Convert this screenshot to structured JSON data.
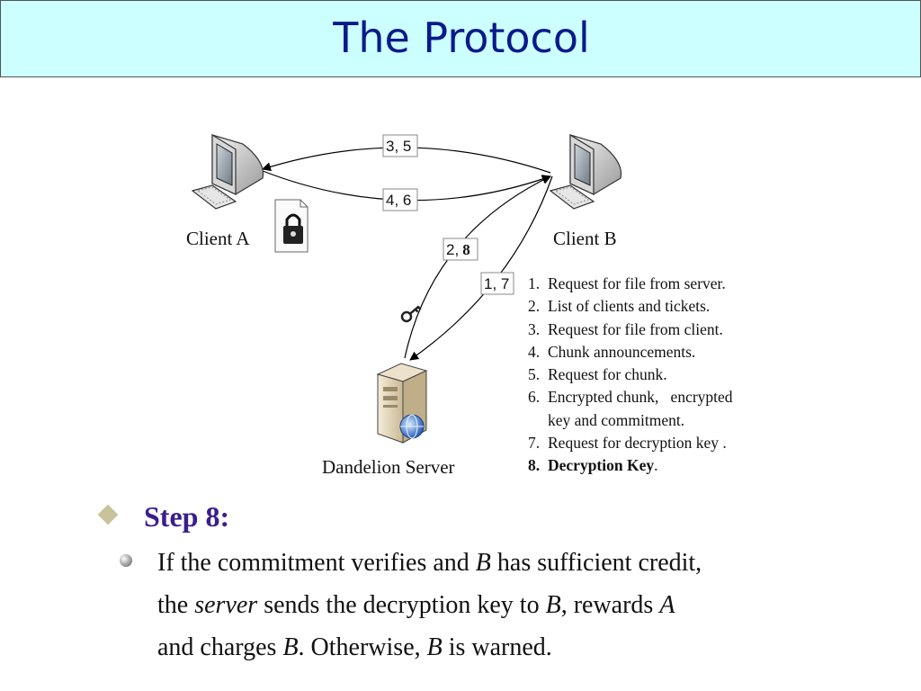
{
  "title": "The Protocol",
  "diagram": {
    "nodes": {
      "client_a": "Client A",
      "client_b": "Client B",
      "server": "Dandelion Server"
    },
    "edges": {
      "top": "3,  5",
      "middle": "4,  6",
      "b_to_server_prefix": "2,",
      "b_to_server_bold": "8",
      "server_to_b": "1, 7"
    },
    "legend": [
      {
        "num": "1.",
        "text": "Request for file from server."
      },
      {
        "num": "2.",
        "text": "List of clients and tickets."
      },
      {
        "num": "3.",
        "text": "Request for file from client."
      },
      {
        "num": "4.",
        "text": "Chunk announcements."
      },
      {
        "num": "5.",
        "text": "Request for chunk."
      },
      {
        "num": "6.",
        "text": "Encrypted chunk,   encrypted"
      },
      {
        "num": "",
        "text": "key and commitment."
      },
      {
        "num": "7.",
        "text": "Request for decryption key ."
      },
      {
        "num": "8.",
        "text": "Decryption Key",
        "suffix": "."
      }
    ]
  },
  "step": {
    "heading": "Step 8:",
    "line1_a": "If the commitment verifies and ",
    "line1_b": "B",
    "line1_c": " has sufficient credit,",
    "line2_a": "the ",
    "line2_b": "server",
    "line2_c": " sends the decryption key to ",
    "line2_d": "B",
    "line2_e": ", rewards ",
    "line2_f": "A",
    "line3_a": "and charges ",
    "line3_b": "B",
    "line3_c": ". Otherwise, ",
    "line3_d": "B",
    "line3_e": " is warned."
  },
  "colors": {
    "title_bg": "#ccffff",
    "title_text": "#0a1a8a",
    "step_heading": "#3a1f8c"
  },
  "icons": [
    "computer-icon",
    "keyboard-icon",
    "lock-document-icon",
    "key-icon",
    "server-icon",
    "globe-icon",
    "diamond-bullet-icon",
    "ball-bullet-icon"
  ]
}
